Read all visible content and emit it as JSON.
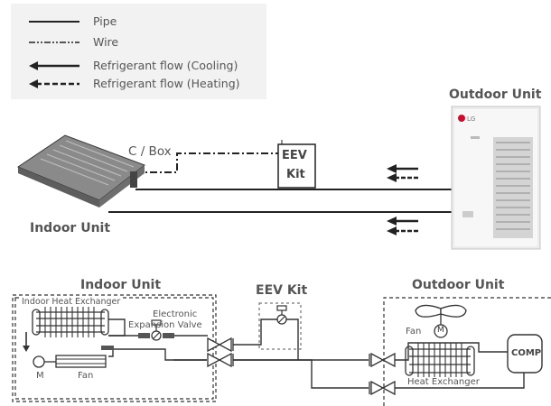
{
  "legend": {
    "items": [
      {
        "symbol": "solid-line",
        "label": "Pipe"
      },
      {
        "symbol": "dash-dot-line",
        "label": "Wire"
      },
      {
        "symbol": "solid-arrow-left",
        "label": "Refrigerant flow (Cooling)"
      },
      {
        "symbol": "dashed-arrow-left",
        "label": "Refrigerant flow (Heating)"
      }
    ]
  },
  "top_diagram": {
    "outdoor_unit_label": "Outdoor Unit",
    "indoor_unit_label": "Indoor Unit",
    "cbox_label": "C / Box",
    "eev_kit_line1": "EEV",
    "eev_kit_line2": "Kit",
    "brand_logo_text": "LG"
  },
  "bottom_diagram": {
    "indoor_unit_label": "Indoor Unit",
    "eev_kit_label": "EEV Kit",
    "outdoor_unit_label": "Outdoor Unit",
    "indoor_hx_label": "Indoor Heat Exchanger",
    "eev_line1": "Electronic",
    "eev_line2": "Expansion Valve",
    "motor_label": "M",
    "indoor_fan_label": "Fan",
    "outdoor_fan_label": "Fan",
    "outdoor_motor_label": "M",
    "outdoor_hx_label": "Heat Exchanger",
    "comp_label": "COMP"
  }
}
